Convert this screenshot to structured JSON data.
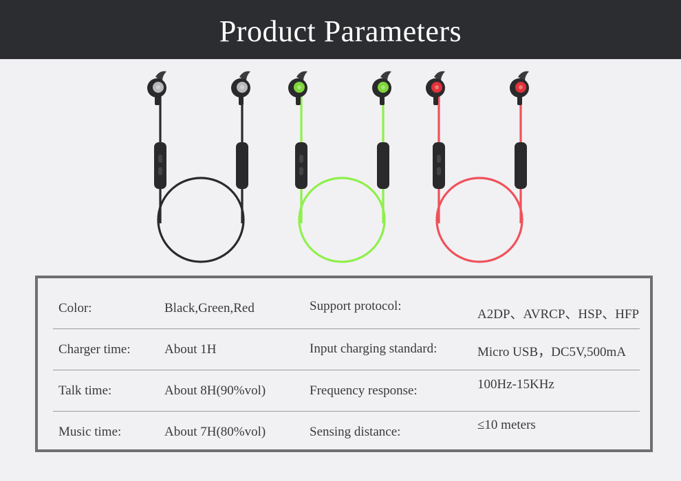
{
  "banner": {
    "title": "Product Parameters"
  },
  "products": [
    {
      "color_name": "black",
      "cable": "#2a2a2a",
      "bud": "#b9b9bb",
      "ear": "#3a3a3c"
    },
    {
      "color_name": "green",
      "cable": "#8ef04a",
      "bud": "#7ed63a",
      "ear": "#3a3a3c"
    },
    {
      "color_name": "red",
      "cable": "#f0515a",
      "bud": "#e0323a",
      "ear": "#3a3a3c"
    }
  ],
  "specs": [
    {
      "label_a": "Color:",
      "value_a": "Black,Green,Red",
      "label_b": "Support protocol:",
      "value_b": "A2DP、AVRCP、HSP、HFP"
    },
    {
      "label_a": "Charger time:",
      "value_a": "About 1H",
      "label_b": "Input charging standard:",
      "value_b": "Micro USB，DC5V,500mA"
    },
    {
      "label_a": "Talk time:",
      "value_a": "About 8H(90%vol)",
      "label_b": "Frequency response:",
      "value_b": "100Hz-15KHz"
    },
    {
      "label_a": "Music time:",
      "value_a": "About 7H(80%vol)",
      "label_b": "Sensing distance:",
      "value_b": "≤10 meters"
    }
  ]
}
